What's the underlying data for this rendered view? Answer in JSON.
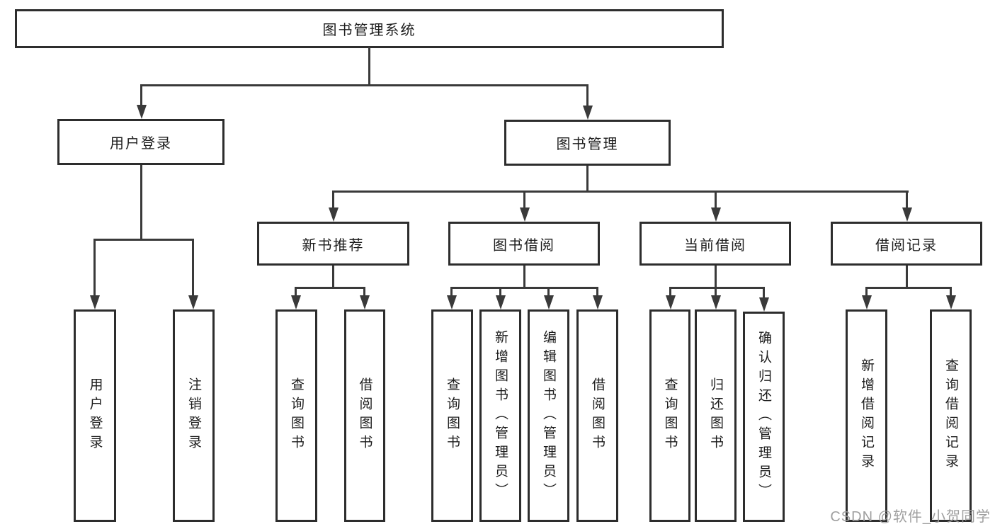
{
  "tree": {
    "label": "图书管理系统",
    "children": [
      {
        "label": "用户登录",
        "children": [
          {
            "label": "用户登录"
          },
          {
            "label": "注销登录"
          }
        ]
      },
      {
        "label": "图书管理",
        "children": [
          {
            "label": "新书推荐",
            "children": [
              {
                "label": "查询图书"
              },
              {
                "label": "借阅图书"
              }
            ]
          },
          {
            "label": "图书借阅",
            "children": [
              {
                "label": "查询图书"
              },
              {
                "label": "新增图书（管理员）"
              },
              {
                "label": "编辑图书（管理员）"
              },
              {
                "label": "借阅图书"
              }
            ]
          },
          {
            "label": "当前借阅",
            "children": [
              {
                "label": "查询图书"
              },
              {
                "label": "归还图书"
              },
              {
                "label": "确认归还（管理员）"
              }
            ]
          },
          {
            "label": "借阅记录",
            "children": [
              {
                "label": "新增借阅记录"
              },
              {
                "label": "查询借阅记录"
              }
            ]
          }
        ]
      }
    ]
  },
  "watermark": {
    "text": "CSDN @软件_小贺同学"
  },
  "colors": {
    "border": "#2d2d2d",
    "line": "#3a3a3a",
    "text": "#1c1c1c",
    "background": "#ffffff",
    "watermark": "#9a9a9a"
  }
}
